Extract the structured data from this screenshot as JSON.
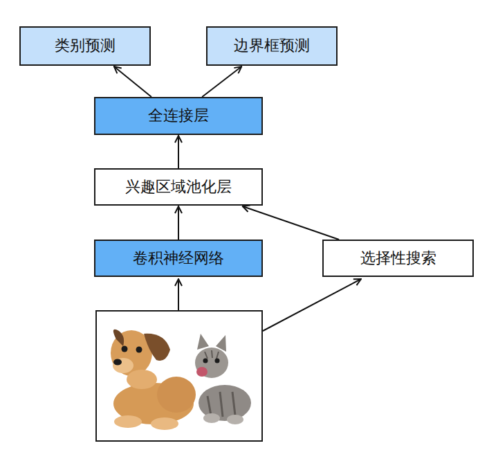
{
  "diagram": {
    "nodes": [
      {
        "text": [
          "类别预测"
        ]
      },
      {
        "text": [
          "边界框预测"
        ]
      },
      {
        "text": [
          "全连接层"
        ]
      },
      {
        "text": [
          "兴趣区域池化层"
        ]
      },
      {
        "text": [
          "卷积神经网络"
        ]
      },
      {
        "text": [
          "选择性搜索"
        ]
      }
    ],
    "edges": [
      {
        "from": 2,
        "to": 0,
        "arrow": "to"
      },
      {
        "from": 2,
        "to": 1,
        "arrow": "to"
      },
      {
        "from": 3,
        "to": 2,
        "arrow": "to"
      },
      {
        "from": 4,
        "to": 3,
        "arrow": "to"
      },
      {
        "from": 5,
        "to": 3,
        "arrow": "to"
      }
    ]
  }
}
